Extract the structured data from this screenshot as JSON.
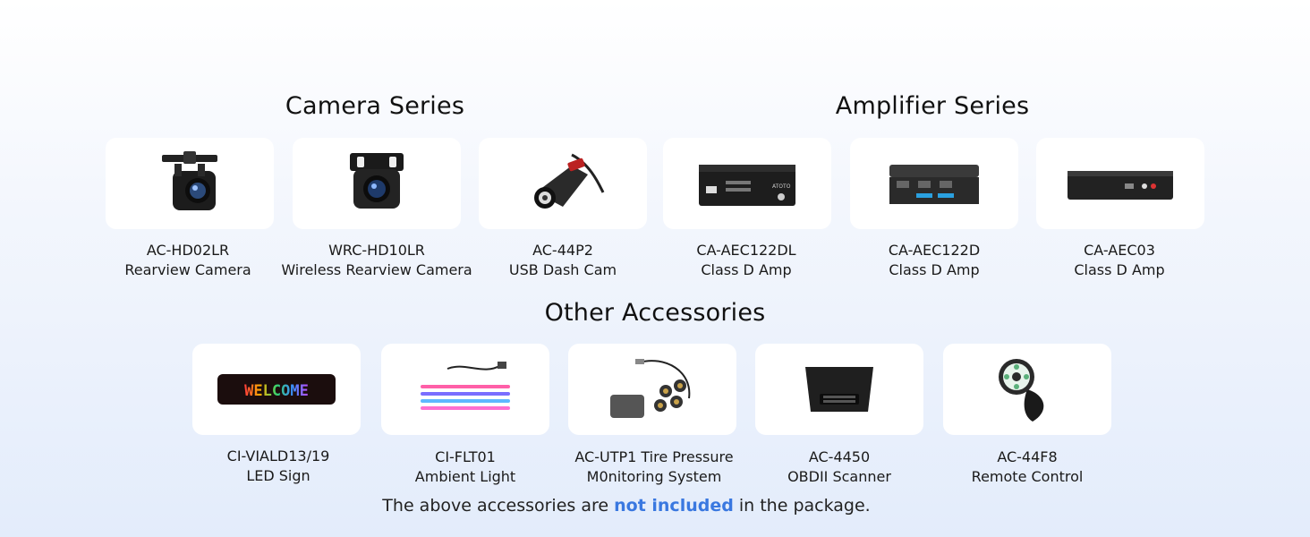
{
  "sections": {
    "camera": "Camera Series",
    "amplifier": "Amplifier Series",
    "other": "Other Accessories"
  },
  "products": [
    {
      "model": "AC-HD02LR",
      "desc": "Rearview Camera"
    },
    {
      "model": "WRC-HD10LR",
      "desc": "Wireless Rearview Camera"
    },
    {
      "model": "AC-44P2",
      "desc": "USB Dash Cam"
    },
    {
      "model": "CA-AEC122DL",
      "desc": "Class D Amp"
    },
    {
      "model": "CA-AEC122D",
      "desc": "Class D Amp"
    },
    {
      "model": "CA-AEC03",
      "desc": "Class D Amp"
    },
    {
      "model": "CI-VIALD13/19",
      "desc": "LED Sign"
    },
    {
      "model": "CI-FLT01",
      "desc": "Ambient Light"
    },
    {
      "model": "AC-UTP1 Tire Pressure",
      "desc": "M0nitoring System"
    },
    {
      "model": "AC-4450",
      "desc": "OBDII Scanner"
    },
    {
      "model": "AC-44F8",
      "desc": "Remote Control"
    }
  ],
  "images": {
    "led_sign_text": "WELCOME",
    "amp_brand": "ATOTO"
  },
  "note": {
    "before": "The above accessories are ",
    "highlight": "not included",
    "after": " in the package."
  },
  "colors": {
    "highlight": "#3a78e0",
    "card": "#ffffff"
  }
}
